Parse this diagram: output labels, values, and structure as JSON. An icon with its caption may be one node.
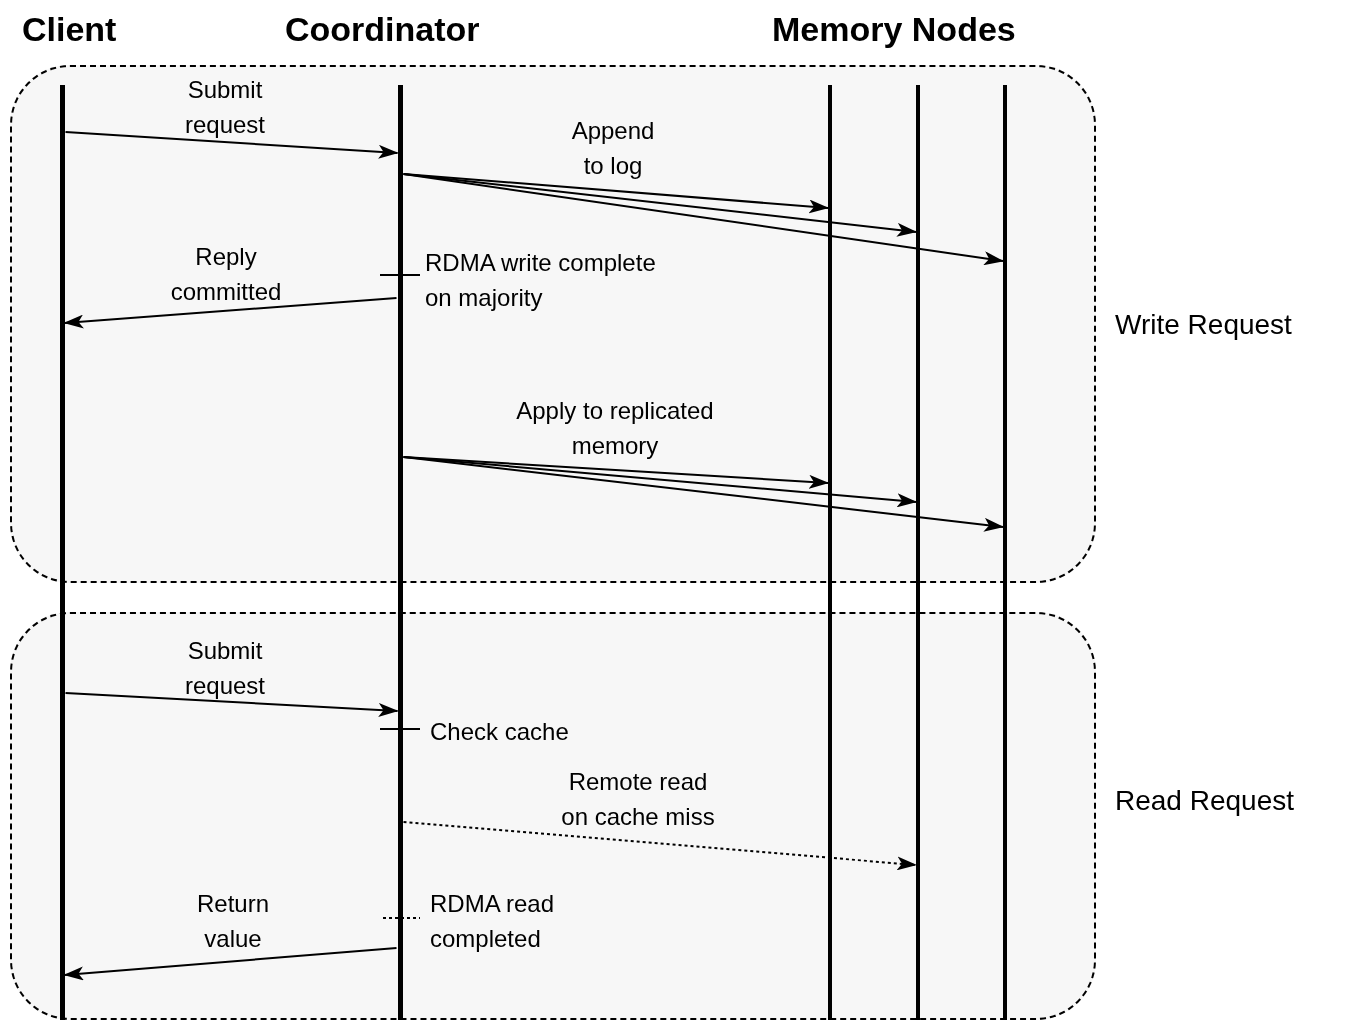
{
  "diagram": {
    "nodes": [
      {
        "text": [
          "Client"
        ]
      },
      {
        "text": [
          "Coordinator"
        ]
      },
      {
        "text": [],
        "shape": "bar"
      },
      {
        "text": [],
        "shape": "bar"
      },
      {
        "text": [],
        "shape": "bar"
      }
    ],
    "edges": [
      {
        "from": 0,
        "to": 1,
        "arrow": "to",
        "label": "Submit request"
      },
      {
        "from": 1,
        "to": 2,
        "arrow": "to",
        "label": "Append to log"
      },
      {
        "from": 1,
        "to": 3,
        "arrow": "to"
      },
      {
        "from": 1,
        "to": 4,
        "arrow": "to"
      },
      {
        "from": 1,
        "to": 0,
        "arrow": "to",
        "label": "Reply committed"
      },
      {
        "from": 1,
        "to": 2,
        "arrow": "to",
        "label": "Apply to replicated memory"
      },
      {
        "from": 1,
        "to": 3,
        "arrow": "to"
      },
      {
        "from": 1,
        "to": 4,
        "arrow": "to"
      },
      {
        "from": 0,
        "to": 1,
        "arrow": "to",
        "label": "Submit request"
      },
      {
        "from": 1,
        "to": 3,
        "arrow": "to",
        "label": "Remote read on cache miss",
        "style": "dashed"
      },
      {
        "from": 1,
        "to": 0,
        "arrow": "to",
        "label": "Return value"
      }
    ],
    "labels": [
      "Memory Nodes",
      "RDMA write complete on majority",
      "Write Request",
      "Check cache",
      "Read Request",
      "RDMA read completed"
    ]
  }
}
